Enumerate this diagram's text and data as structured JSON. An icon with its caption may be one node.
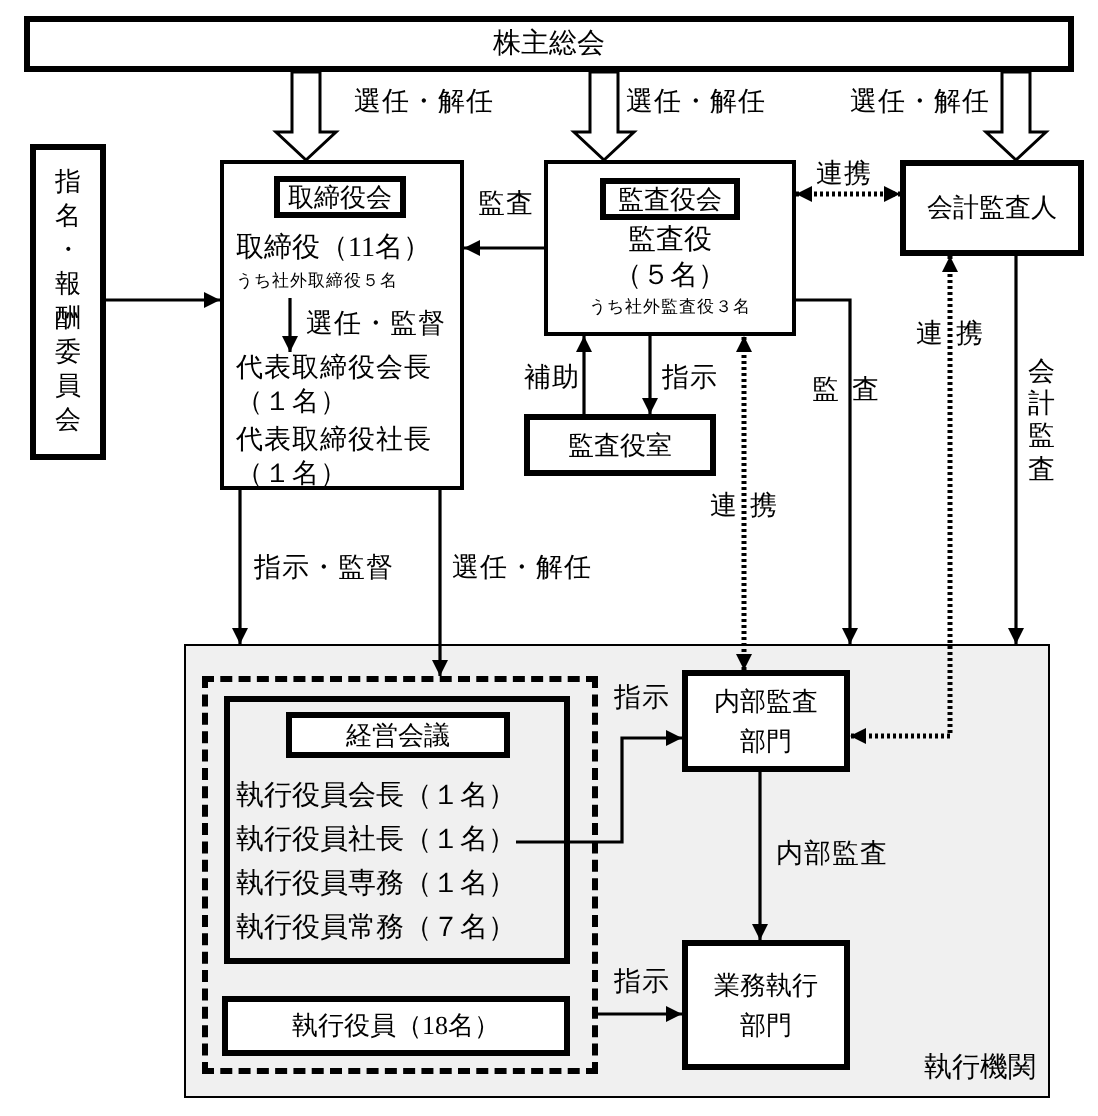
{
  "diagram": {
    "nodes": [
      {
        "text": [
          "株主総会"
        ]
      },
      {
        "text": [
          "指名・報酬委員会"
        ]
      },
      {
        "text": [],
        "shape": "box"
      },
      {
        "text": [
          "取締役会"
        ],
        "in": 2
      },
      {
        "text": [
          "取締役（11名）",
          "うち社外取締役５名"
        ],
        "in": 2
      },
      {
        "text": [
          "代表取締役会長（１名）",
          "代表取締役社長（１名）"
        ],
        "in": 2
      },
      {
        "text": [],
        "shape": "box"
      },
      {
        "text": [
          "監査役会"
        ],
        "in": 6
      },
      {
        "text": [
          "監査役（５名）",
          "うち社外監査役３名"
        ],
        "in": 6
      },
      {
        "text": [
          "会計監査人"
        ]
      },
      {
        "text": [
          "監査役室"
        ]
      },
      {
        "text": [
          "執行機関"
        ]
      },
      {
        "text": [],
        "shape": "box",
        "in": 11
      },
      {
        "text": [],
        "shape": "box",
        "in": 12
      },
      {
        "text": [
          "経営会議"
        ],
        "in": 13
      },
      {
        "text": [
          "執行役員会長（１名）"
        ],
        "in": 13
      },
      {
        "text": [
          "執行役員社長（１名）"
        ],
        "in": 13
      },
      {
        "text": [
          "執行役員専務（１名）"
        ],
        "in": 13
      },
      {
        "text": [
          "執行役員常務（７名）"
        ],
        "in": 13
      },
      {
        "text": [
          "執行役員（18名）"
        ],
        "in": 12
      },
      {
        "text": [
          "内部監査部門"
        ],
        "in": 11
      },
      {
        "text": [
          "業務執行部門"
        ],
        "in": 11
      }
    ],
    "edges": [
      {
        "from": 0,
        "to": 2,
        "arrow": "to",
        "label": "選任・解任"
      },
      {
        "from": 0,
        "to": 6,
        "arrow": "to",
        "label": "選任・解任"
      },
      {
        "from": 0,
        "to": 9,
        "arrow": "to",
        "label": "選任・解任"
      },
      {
        "from": 1,
        "to": 2,
        "arrow": "to"
      },
      {
        "from": 4,
        "to": 5,
        "arrow": "to",
        "label": "選任・監督"
      },
      {
        "from": 6,
        "to": 2,
        "arrow": "to",
        "label": "監査"
      },
      {
        "from": 6,
        "to": 9,
        "arrow": "both",
        "label": "連携",
        "style": "dashed"
      },
      {
        "from": 10,
        "to": 6,
        "arrow": "to",
        "label": "補助"
      },
      {
        "from": 6,
        "to": 10,
        "arrow": "to",
        "label": "指示"
      },
      {
        "from": 6,
        "to": 11,
        "arrow": "to",
        "label": "監査"
      },
      {
        "from": 20,
        "to": 6,
        "arrow": "both",
        "label": "連携",
        "style": "dashed"
      },
      {
        "from": 9,
        "to": 20,
        "arrow": "both",
        "label": "連携",
        "style": "dashed"
      },
      {
        "from": 9,
        "to": 11,
        "arrow": "to",
        "label": "会計監査"
      },
      {
        "from": 2,
        "to": 11,
        "arrow": "to",
        "label": "指示・監督"
      },
      {
        "from": 2,
        "to": 12,
        "arrow": "to",
        "label": "選任・解任"
      },
      {
        "from": 16,
        "to": 20,
        "arrow": "to",
        "label": "指示"
      },
      {
        "from": 12,
        "to": 21,
        "arrow": "to",
        "label": "指示"
      },
      {
        "from": 20,
        "to": 21,
        "arrow": "to",
        "label": "内部監査"
      }
    ]
  }
}
